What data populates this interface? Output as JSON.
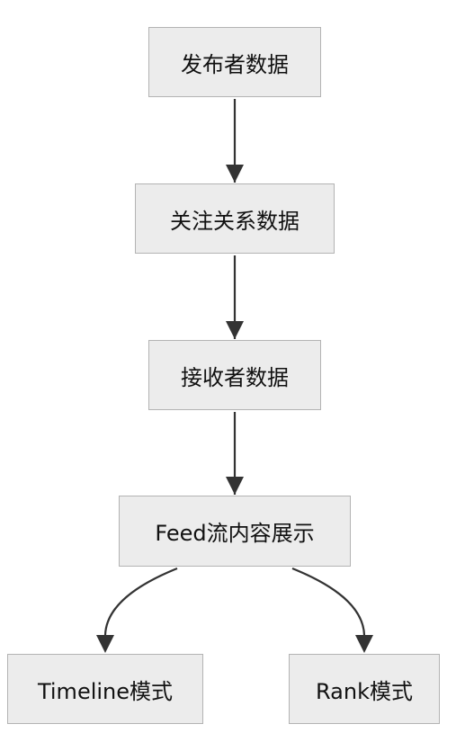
{
  "diagram": {
    "nodes": {
      "publisher": "发布者数据",
      "follow": "关注关系数据",
      "receiver": "接收者数据",
      "feed": "Feed流内容展示",
      "timeline": "Timeline模式",
      "rank": "Rank模式"
    },
    "edges": [
      {
        "from": "publisher",
        "to": "follow"
      },
      {
        "from": "follow",
        "to": "receiver"
      },
      {
        "from": "receiver",
        "to": "feed"
      },
      {
        "from": "feed",
        "to": "timeline"
      },
      {
        "from": "feed",
        "to": "rank"
      }
    ],
    "colors": {
      "node_fill": "#ececec",
      "node_border": "#b3b3b3",
      "edge": "#333333",
      "text": "#111111"
    }
  }
}
